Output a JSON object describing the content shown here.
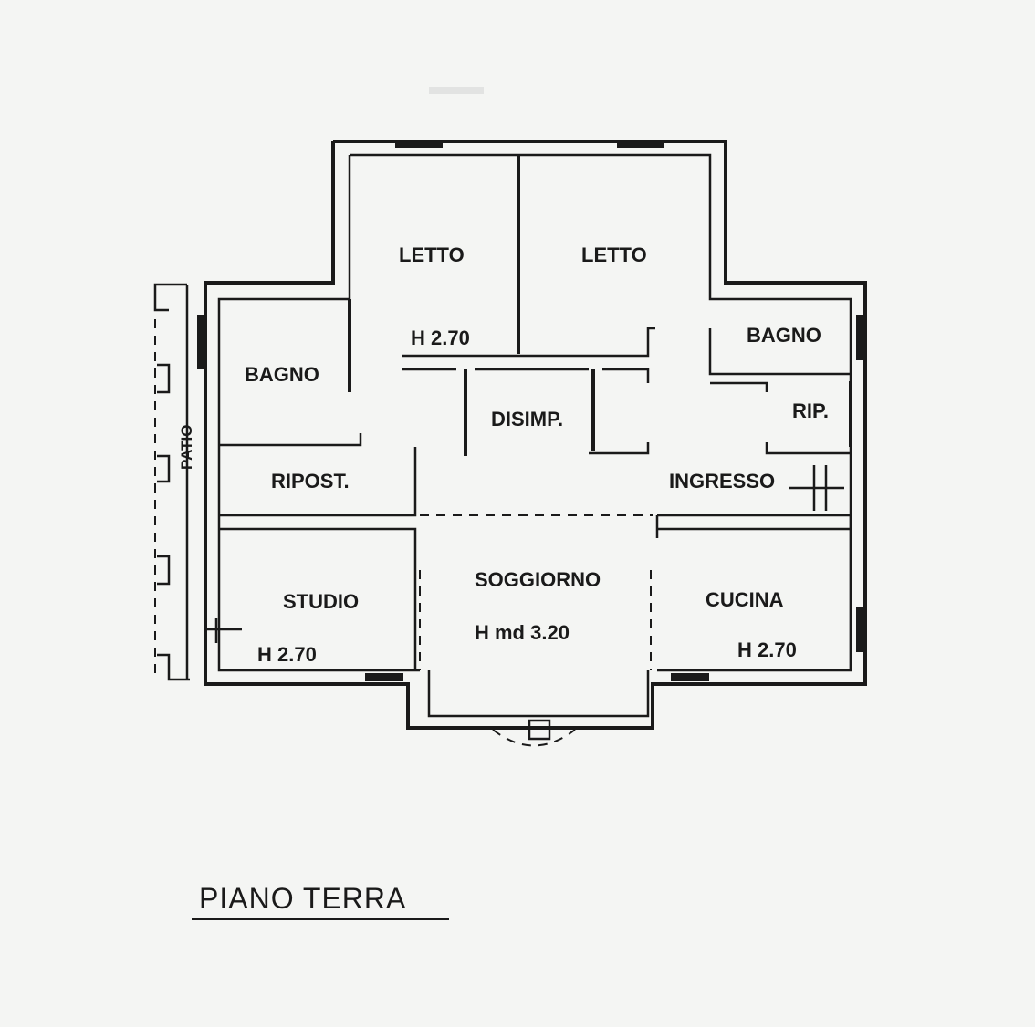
{
  "title": "PIANO TERRA",
  "rooms": {
    "letto_left": "LETTO",
    "letto_right": "LETTO",
    "letto_height": "H 2.70",
    "bagno_left": "BAGNO",
    "bagno_right": "BAGNO",
    "disimp": "DISIMP.",
    "rip": "RIP.",
    "ripost": "RIPOST.",
    "ingresso": "INGRESSO",
    "patio": "PATIO",
    "studio": "STUDIO",
    "studio_height": "H 2.70",
    "soggiorno": "SOGGIORNO",
    "soggiorno_height": "H md 3.20",
    "cucina": "CUCINA",
    "cucina_height": "H 2.70"
  }
}
